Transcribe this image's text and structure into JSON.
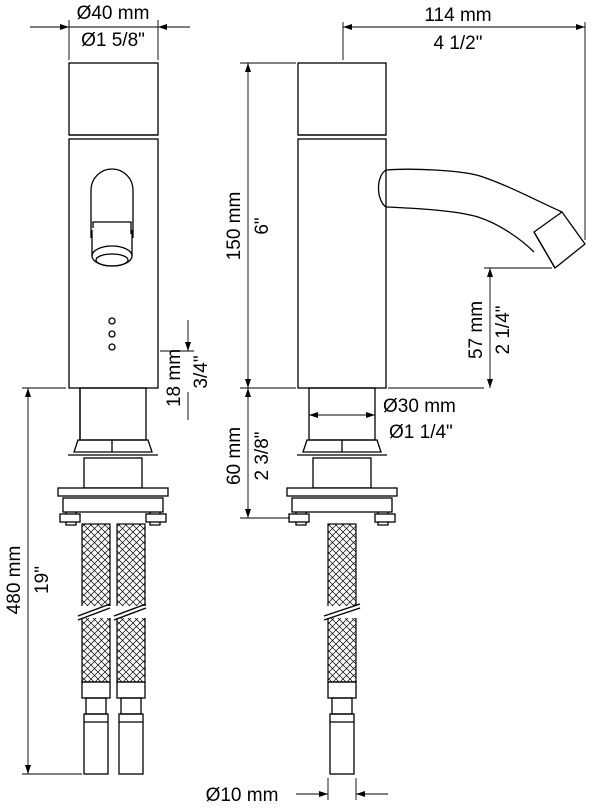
{
  "dimensions": {
    "top_diameter_mm": "Ø40 mm",
    "top_diameter_in": "Ø1 5/8\"",
    "reach_mm": "114 mm",
    "reach_in": "4 1/2\"",
    "body_height_mm": "150 mm",
    "body_height_in": "6\"",
    "spout_height_mm": "57 mm",
    "spout_height_in": "2 1/4\"",
    "sensor_gap_mm": "18 mm",
    "sensor_gap_in": "3/4\"",
    "shank_diameter_mm": "Ø30 mm",
    "shank_diameter_in": "Ø1 1/4\"",
    "max_deck_mm": "60 mm",
    "max_deck_in": "2 3/8\"",
    "hose_length_mm": "480 mm",
    "hose_length_in": "19\"",
    "hose_diameter_mm": "Ø10 mm"
  }
}
